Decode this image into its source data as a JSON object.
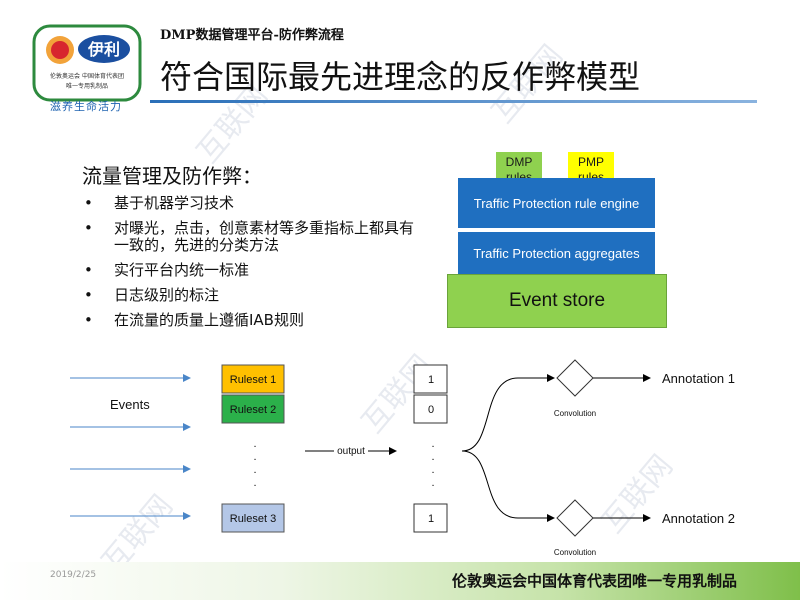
{
  "header": {
    "subtitle": "DMP数据管理平台-防作弊流程",
    "title": "符合国际最先进理念的反作弊模型",
    "slogan": "滋养生命活力",
    "logo": {
      "brand": "伊利",
      "caption1": "伦敦奥运会 中国体育代表团",
      "caption2": "唯一专用乳制品"
    }
  },
  "content": {
    "heading": "流量管理及防作弊：",
    "bullets": [
      "基于机器学习技术",
      "对曝光，点击，创意素材等多重指标上都具有一致的，先进的分类方法",
      "实行平台内统一标准",
      "日志级别的标注",
      "在流量的质量上遵循IAB规则"
    ]
  },
  "architecture": {
    "dmp_rules": "DMP rules",
    "pmp_rules": "PMP rules",
    "engine": "Traffic Protection rule engine",
    "aggregates": "Traffic Protection aggregates",
    "event_store": "Event store",
    "colors": {
      "blue": "#1f6fc0",
      "green": "#8fd14f",
      "yellow": "#ffff00"
    }
  },
  "flow": {
    "events_label": "Events",
    "ruleset1": "Ruleset 1",
    "ruleset2": "Ruleset 2",
    "ruleset3": "Ruleset 3",
    "output_label": "output",
    "out1": "1",
    "out2": "0",
    "out3": "1",
    "convolution1": "Convolution",
    "convolution2": "Convolution",
    "annotation1": "Annotation 1",
    "annotation2": "Annotation 2",
    "dot": "."
  },
  "footer": {
    "date": "2019/2/25",
    "text": "伦敦奥运会中国体育代表团唯一专用乳制品"
  },
  "watermark": "互联网"
}
